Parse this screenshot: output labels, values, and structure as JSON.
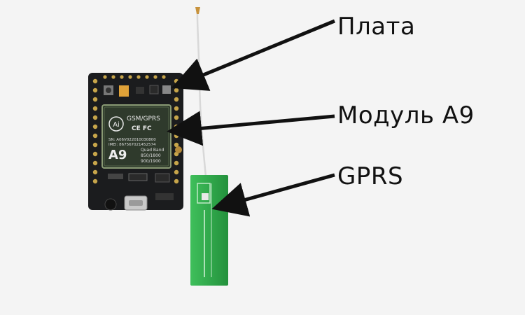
{
  "labels": {
    "board": "Плата",
    "module": "Модуль А9",
    "gprs": "GPRS"
  },
  "module_print": {
    "ai_logo": "Ai",
    "title": "GSM/GPRS",
    "certs": "CE FC",
    "sn": "SN: A06V022010030800",
    "imei": "IMEI: 867567021452574",
    "model": "A9",
    "band_name": "Quad Band",
    "band_1": "850/1800",
    "band_2": "900/1900"
  },
  "colors": {
    "background": "#f4f4f4",
    "pcb": "#1b1c1e",
    "module_shield": "#2f3a2c",
    "antenna": "#2fa84a",
    "arrow": "#111111"
  }
}
